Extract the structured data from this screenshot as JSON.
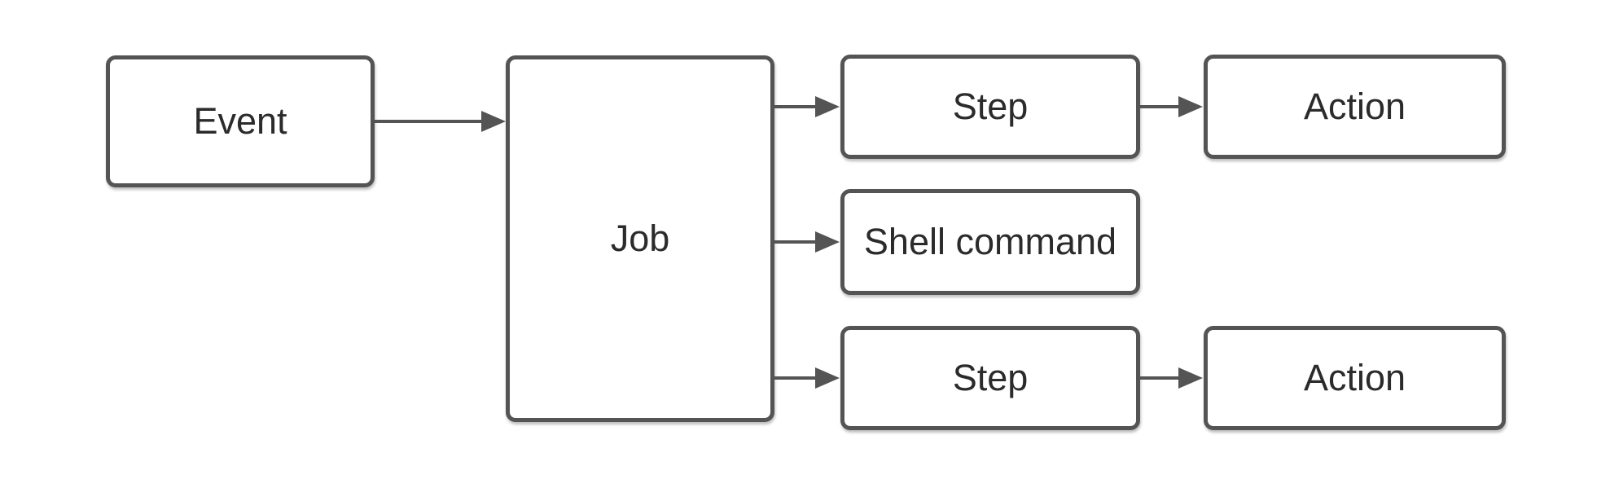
{
  "colors": {
    "background": "#ffffff",
    "node_fill": "#ffffff",
    "stroke": "#545454",
    "text": "#2b2b2b"
  },
  "nodes": {
    "event": {
      "label": "Event"
    },
    "job": {
      "label": "Job"
    },
    "step_top": {
      "label": "Step"
    },
    "action_top": {
      "label": "Action"
    },
    "shell_command": {
      "label": "Shell command"
    },
    "step_bottom": {
      "label": "Step"
    },
    "action_bottom": {
      "label": "Action"
    }
  },
  "edges": [
    {
      "from": "event",
      "to": "job"
    },
    {
      "from": "job",
      "to": "step_top"
    },
    {
      "from": "job",
      "to": "shell_command"
    },
    {
      "from": "job",
      "to": "step_bottom"
    },
    {
      "from": "step_top",
      "to": "action_top"
    },
    {
      "from": "step_bottom",
      "to": "action_bottom"
    }
  ]
}
